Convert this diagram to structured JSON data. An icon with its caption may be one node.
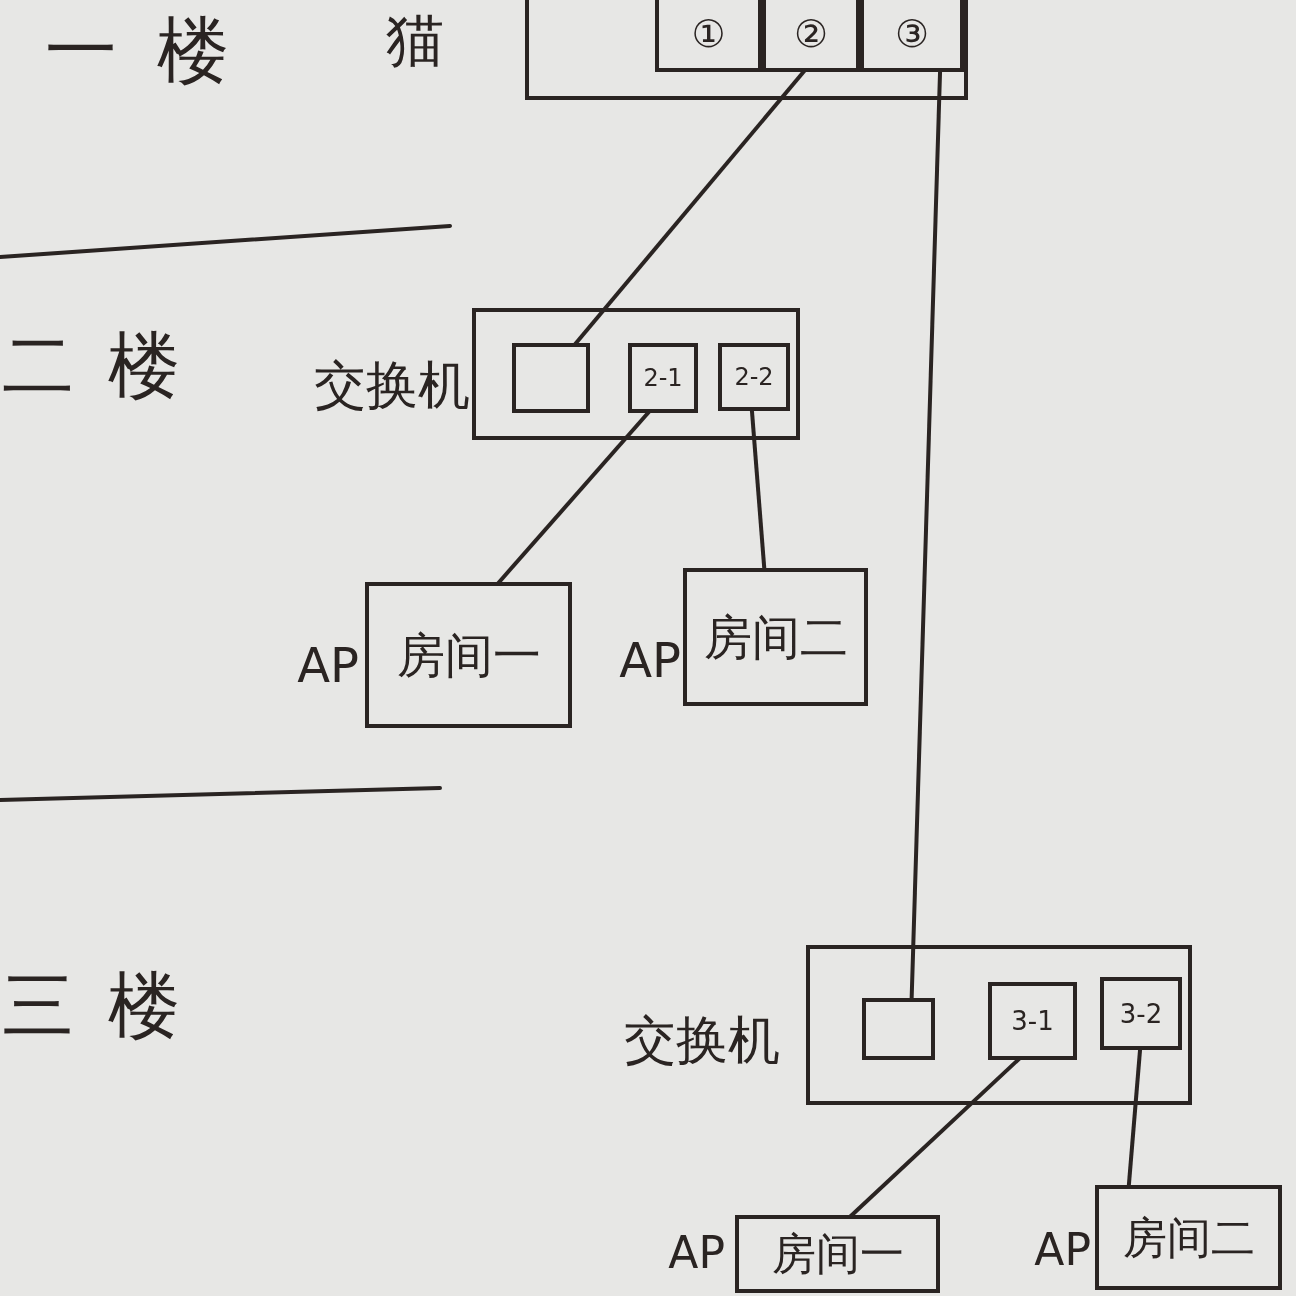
{
  "diagram": {
    "nodes": [
      {
        "text": [
          "猫"
        ]
      },
      {
        "text": [
          "①"
        ],
        "in": 0
      },
      {
        "text": [
          "②"
        ],
        "in": 0
      },
      {
        "text": [
          "③"
        ],
        "in": 0
      },
      {
        "text": [
          "交换机"
        ]
      },
      {
        "text": [],
        "shape": "box",
        "in": 4
      },
      {
        "text": [
          "2-1"
        ],
        "in": 4
      },
      {
        "text": [
          "2-2"
        ],
        "in": 4
      },
      {
        "text": [
          "房间一"
        ],
        "beside": [
          "AP"
        ]
      },
      {
        "text": [
          "房间二"
        ],
        "beside": [
          "AP"
        ]
      },
      {
        "text": [
          "交换机"
        ]
      },
      {
        "text": [],
        "shape": "box",
        "in": 10
      },
      {
        "text": [
          "3-1"
        ],
        "in": 10
      },
      {
        "text": [
          "3-2"
        ],
        "in": 10
      },
      {
        "text": [
          "房间一"
        ],
        "beside": [
          "AP"
        ]
      },
      {
        "text": [
          "房间二"
        ],
        "beside": [
          "AP"
        ]
      }
    ],
    "edges": [
      {
        "from": 2,
        "to": 5,
        "arrow": "none"
      },
      {
        "from": 3,
        "to": 11,
        "arrow": "none"
      },
      {
        "from": 6,
        "to": 8,
        "arrow": "none"
      },
      {
        "from": 7,
        "to": 9,
        "arrow": "none"
      },
      {
        "from": 12,
        "to": 14,
        "arrow": "none"
      },
      {
        "from": 13,
        "to": 15,
        "arrow": "none"
      }
    ],
    "labels": [
      "一楼",
      "二楼",
      "三楼"
    ]
  }
}
